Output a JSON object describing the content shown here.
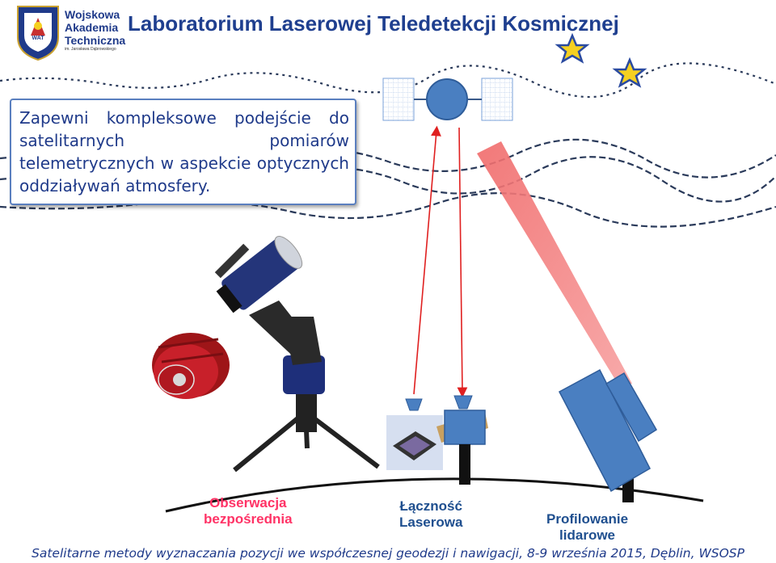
{
  "header": {
    "logo_name_line1": "Wojskowa",
    "logo_name_line2": "Akademia",
    "logo_name_line3": "Techniczna",
    "logo_subtitle": "im. Jarosława Dąbrowskiego",
    "logo_badge": "WAT",
    "title": "Laboratorium Laserowej Teledetekcji Kosmicznej"
  },
  "intro": {
    "text": "Zapewni kompleksowe podejście do satelitarnych pomiarów telemetrycznych w aspekcie optycznych oddziaływań atmosfery."
  },
  "labels": {
    "observation_line1": "Obserwacja",
    "observation_line2": "bezpośrednia",
    "laser_line1": "Łączność",
    "laser_line2": "Laserowa",
    "lidar_line1": "Profilowanie",
    "lidar_line2": "lidarowe"
  },
  "footer": {
    "text": "Satelitarne metody wyznaczania pozycji we współczesnej geodezji i nawigacji, 8-9 września 2015, Dęblin, WSOSP"
  },
  "colors": {
    "title": "#1f3f8f",
    "accent_blue": "#4a7fc1",
    "observation_label": "#ff3366",
    "laser_arrow": "#e02020",
    "lidar_beam": "#f07070",
    "star_blue": "#2a4aa0",
    "star_yellow": "#f5d020"
  },
  "icons": [
    "university-crest-icon",
    "star-icon",
    "satellite-icon",
    "telescope-icon",
    "camera-icon",
    "laser-station-icon",
    "sensor-chip-icon",
    "lidar-icon"
  ]
}
